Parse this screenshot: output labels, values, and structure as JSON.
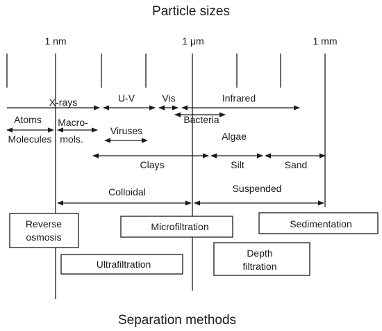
{
  "title": "Particle sizes",
  "footer": "Separation methods",
  "size_marks": {
    "nm": "1 nm",
    "um": "1 μm",
    "mm": "1 mm"
  },
  "spectrum": {
    "xrays": "X-rays",
    "uv": "U-V",
    "vis": "Vis",
    "infrared": "Infrared"
  },
  "particles": {
    "atoms": "Atoms",
    "molecules": "Molecules",
    "macro_1": "Macro-",
    "macro_2": "mols.",
    "viruses": "Viruses",
    "bacteria": "Bacteria",
    "algae": "Algae",
    "clays": "Clays",
    "silt": "Silt",
    "sand": "Sand"
  },
  "regimes": {
    "colloidal": "Colloidal",
    "suspended": "Suspended"
  },
  "methods": {
    "reverse_osmosis_1": "Reverse",
    "reverse_osmosis_2": "osmosis",
    "microfiltration": "Microfiltration",
    "sedimentation": "Sedimentation",
    "depth_filtration_1": "Depth",
    "depth_filtration_2": "filtration",
    "ultrafiltration": "Ultrafiltration"
  }
}
